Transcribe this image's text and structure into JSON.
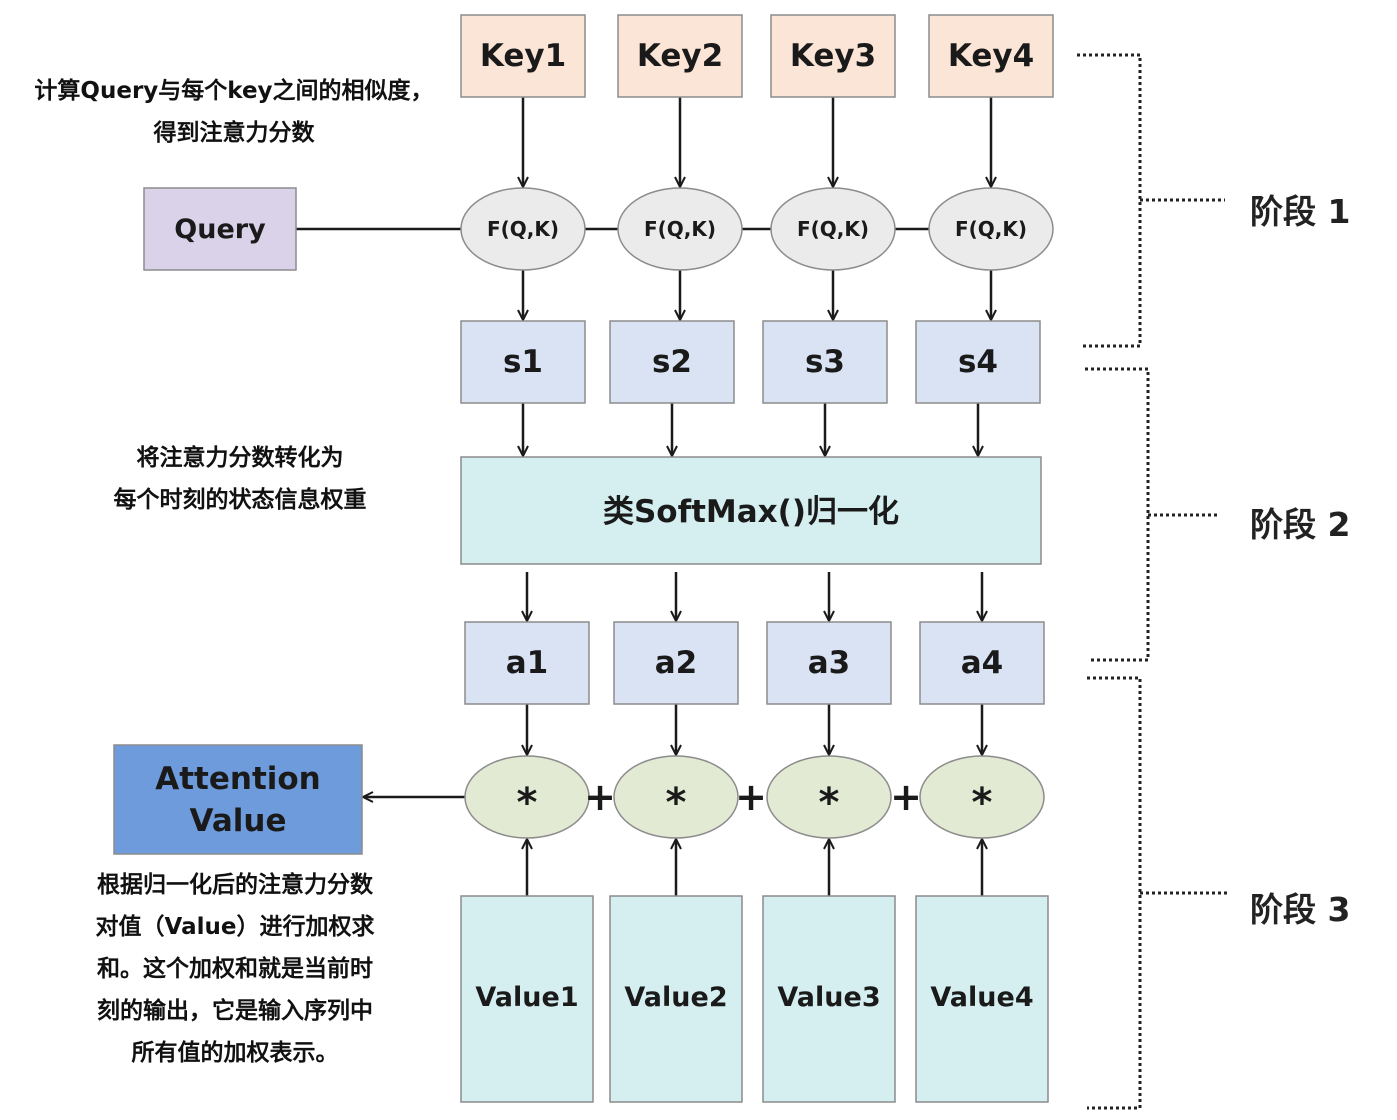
{
  "keys": [
    "Key1",
    "Key2",
    "Key3",
    "Key4"
  ],
  "query": "Query",
  "score_fn": [
    "F(Q,K)",
    "F(Q,K)",
    "F(Q,K)",
    "F(Q,K)"
  ],
  "scores": [
    "s1",
    "s2",
    "s3",
    "s4"
  ],
  "softmax": "类SoftMax()归一化",
  "weights": [
    "a1",
    "a2",
    "a3",
    "a4"
  ],
  "multiply": [
    "*",
    "*",
    "*",
    "*"
  ],
  "plus": [
    "+",
    "+",
    "+"
  ],
  "values": [
    "Value1",
    "Value2",
    "Value3",
    "Value4"
  ],
  "attention_value": [
    "Attention",
    "Value"
  ],
  "notes": {
    "stage1": [
      "计算Query与每个key之间的相似度，",
      "得到注意力分数"
    ],
    "stage2": [
      "将注意力分数转化为",
      "每个时刻的状态信息权重"
    ],
    "stage3": [
      "根据归一化后的注意力分数",
      "对值（Value）进行加权求",
      "和。这个加权和就是当前时",
      "刻的输出，它是输入序列中",
      "所有值的加权表示。"
    ]
  },
  "stages": [
    "阶段 1",
    "阶段 2",
    "阶段 3"
  ],
  "colors": {
    "key_fill": "#fbe5d6",
    "query_fill": "#d9d2e9",
    "ellipse_top_fill": "#ebebeb",
    "score_fill": "#dae3f3",
    "softmax_fill": "#d5eef0",
    "mult_fill": "#e3ead3",
    "value_fill": "#d5eef0",
    "attention_fill": "#6e9bdc",
    "stroke": "#8c8c8c",
    "line": "#1a1a1a"
  }
}
